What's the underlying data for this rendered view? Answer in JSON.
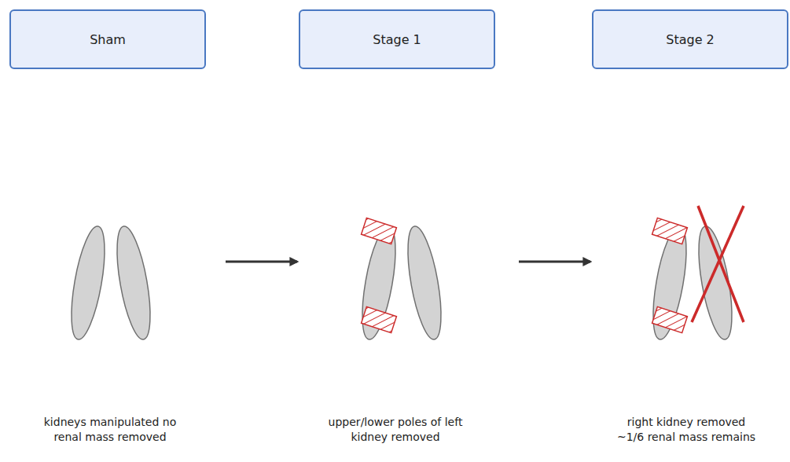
{
  "diagram": {
    "nodes": [
      {
        "text": [
          "Sham"
        ]
      },
      {
        "text": [
          "Stage 1"
        ]
      },
      {
        "text": [
          "Stage 2"
        ]
      }
    ],
    "labels": [
      "kidneys manipulated no renal mass removed",
      "upper/lower poles of left kidney removed",
      "right kidney removed ~1/6 renal mass remains"
    ]
  }
}
